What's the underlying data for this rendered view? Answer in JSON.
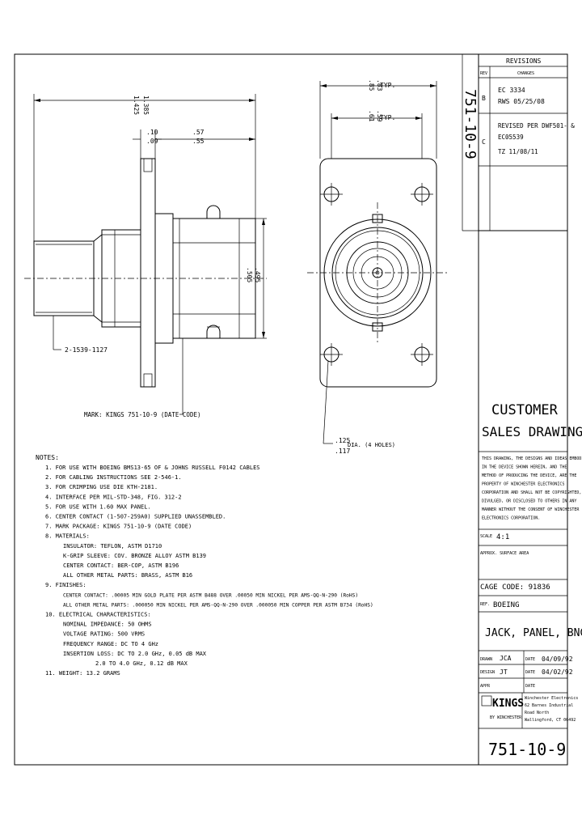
{
  "revisions": {
    "title": "REVISIONS",
    "col_rev": "REV",
    "col_changes": "CHANGES",
    "rows": [
      {
        "rev": "B",
        "lines": [
          "EC 3334",
          "RWS 05/25/08"
        ]
      },
      {
        "rev": "C",
        "lines": [
          "REVISED PER DWF501- &",
          "EC05539",
          "TZ 11/08/11"
        ]
      }
    ],
    "vertical_part_number": "751-10-9"
  },
  "dimensions": {
    "overall_length": [
      "1.425",
      "1.385"
    ],
    "flange_thickness": [
      ".10",
      ".09"
    ],
    "front_length": [
      ".57",
      ".55"
    ],
    "body_height": [
      ".505",
      ".495"
    ],
    "flange_width": [
      ".85",
      ".83"
    ],
    "flange_width_suffix": "TYP.",
    "hole_spacing": [
      ".61",
      ".59"
    ],
    "hole_spacing_suffix": "TYP.",
    "hole_dia": [
      ".125",
      ".117"
    ],
    "hole_note": "DIA. (4 HOLES)"
  },
  "callouts": {
    "cable": "2-1539-1127",
    "mark": "MARK: KINGS 751-10-9 (DATE CODE)"
  },
  "notes": {
    "title": "NOTES:",
    "lines": [
      "1. FOR USE WITH BOEING BMS13-65 OF & JOHNS RUSSELL F0142 CABLES",
      "2. FOR CABLING INSTRUCTIONS SEE 2-546-1.",
      "3. FOR CRIMPING USE DIE KTH-2181.",
      "4. INTERFACE PER MIL-STD-348, FIG. 312-2",
      "5. FOR USE WITH 1.60 MAX PANEL.",
      "6. CENTER CONTACT (1-507-259A0) SUPPLIED UNASSEMBLED.",
      "7. MARK PACKAGE: KINGS 751-10-9 (DATE CODE)",
      "8. MATERIALS:",
      "INSULATOR: TEFLON, ASTM D1710",
      "K-GRIP SLEEVE: COV. BRONZE ALLOY ASTM B139",
      "CENTER CONTACT: BER-COP, ASTM B196",
      "ALL OTHER METAL PARTS: BRASS, ASTM B16",
      "9. FINISHES:",
      "CENTER CONTACT: .00005 MIN GOLD PLATE PER ASTM B488 OVER .00050 MIN NICKEL PER AMS-QQ-N-290 (RoHS)",
      "ALL OTHER METAL PARTS: .000050 MIN NICKEL PER AMS-QQ-N-290 OVER .000050 MIN COPPER PER ASTM B734 (RoHS)",
      "10. ELECTRICAL CHARACTERISTICS:",
      "NOMINAL IMPEDANCE: 50 OHMS",
      "VOLTAGE RATING: 500 VRMS",
      "FREQUENCY RANGE: DC TO 4 GHz",
      "INSERTION LOSS: DC TO 2.0 GHz, 0.05 dB MAX",
      "2.0 TO 4.0 GHz, 0.12 dB MAX",
      "11. WEIGHT: 13.2 GRAMS"
    ]
  },
  "title_block": {
    "title_lines": [
      "CUSTOMER",
      "SALES DRAWING"
    ],
    "proprietary": [
      "THIS DRAWING, THE DESIGNS AND IDEAS EMBODIED",
      "IN THE DEVICE SHOWN HEREIN, AND THE",
      "METHOD OF PRODUCING THE DEVICE, ARE THE",
      "PROPERTY OF WINCHESTER ELECTRONICS",
      "CORPORATION AND SHALL NOT BE COPYRIGHTED,",
      "DIVULGED, OR DISCLOSED TO OTHERS IN ANY",
      "MANNER WITHOUT THE CONSENT OF WINCHESTER",
      "ELECTRONICS CORPORATION."
    ],
    "scale_label": "SCALE",
    "scale_value": "4:1",
    "finish_label": "APPROX. SURFACE AREA",
    "cage_code": "CAGE CODE: 91836",
    "ref_label": "REF.",
    "ref_value": "BOEING",
    "part_name": "JACK, PANEL, BNC",
    "drawn_label": "DRAWN",
    "drawn_value": "JCA",
    "date_label": "DATE",
    "drawn_date": "04/09/92",
    "design_label": "DESIGN",
    "design_value": "JT",
    "design_date": "04/02/92",
    "appr_label": "APPR",
    "company_logo": "KINGS",
    "company_sub": "BY WINCHESTER",
    "company_address": [
      "Winchester Electronics",
      "62 Barnes Industrial",
      "Road North",
      "Wallingford, CT 06492"
    ],
    "part_number": "751-10-9"
  }
}
